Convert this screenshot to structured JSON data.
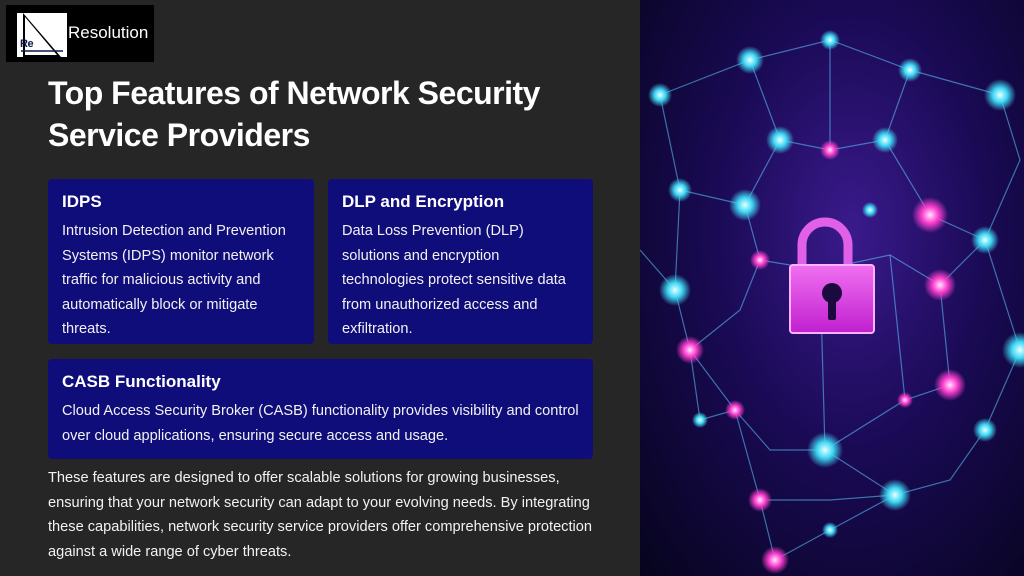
{
  "brand": {
    "name": "Resolution",
    "logo_letters": "Re"
  },
  "slide": {
    "title": "Top Features of Network Security Service Providers",
    "cards": [
      {
        "heading": "IDPS",
        "body": "Intrusion Detection and Prevention Systems (IDPS) monitor network traffic for malicious activity and automatically block or mitigate threats."
      },
      {
        "heading": "DLP and Encryption",
        "body": "Data Loss Prevention (DLP) solutions and encryption technologies protect sensitive data from unauthorized access and exfiltration."
      },
      {
        "heading": "CASB Functionality",
        "body": "Cloud Access Security Broker (CASB) functionality provides visibility and control over cloud applications, ensuring secure access and usage."
      }
    ],
    "footer": "These features are designed to offer scalable solutions for growing businesses, ensuring that your network security can adapt to your evolving needs. By integrating these capabilities, network security service providers offer comprehensive protection against a wide range of cyber threats."
  },
  "image": {
    "icon": "padlock-network-icon"
  },
  "colors": {
    "background": "#262626",
    "card": "#0f0d7a",
    "node_cyan": "#3fd8f5",
    "node_magenta": "#ff3fd0",
    "lock": "#e040e8"
  }
}
